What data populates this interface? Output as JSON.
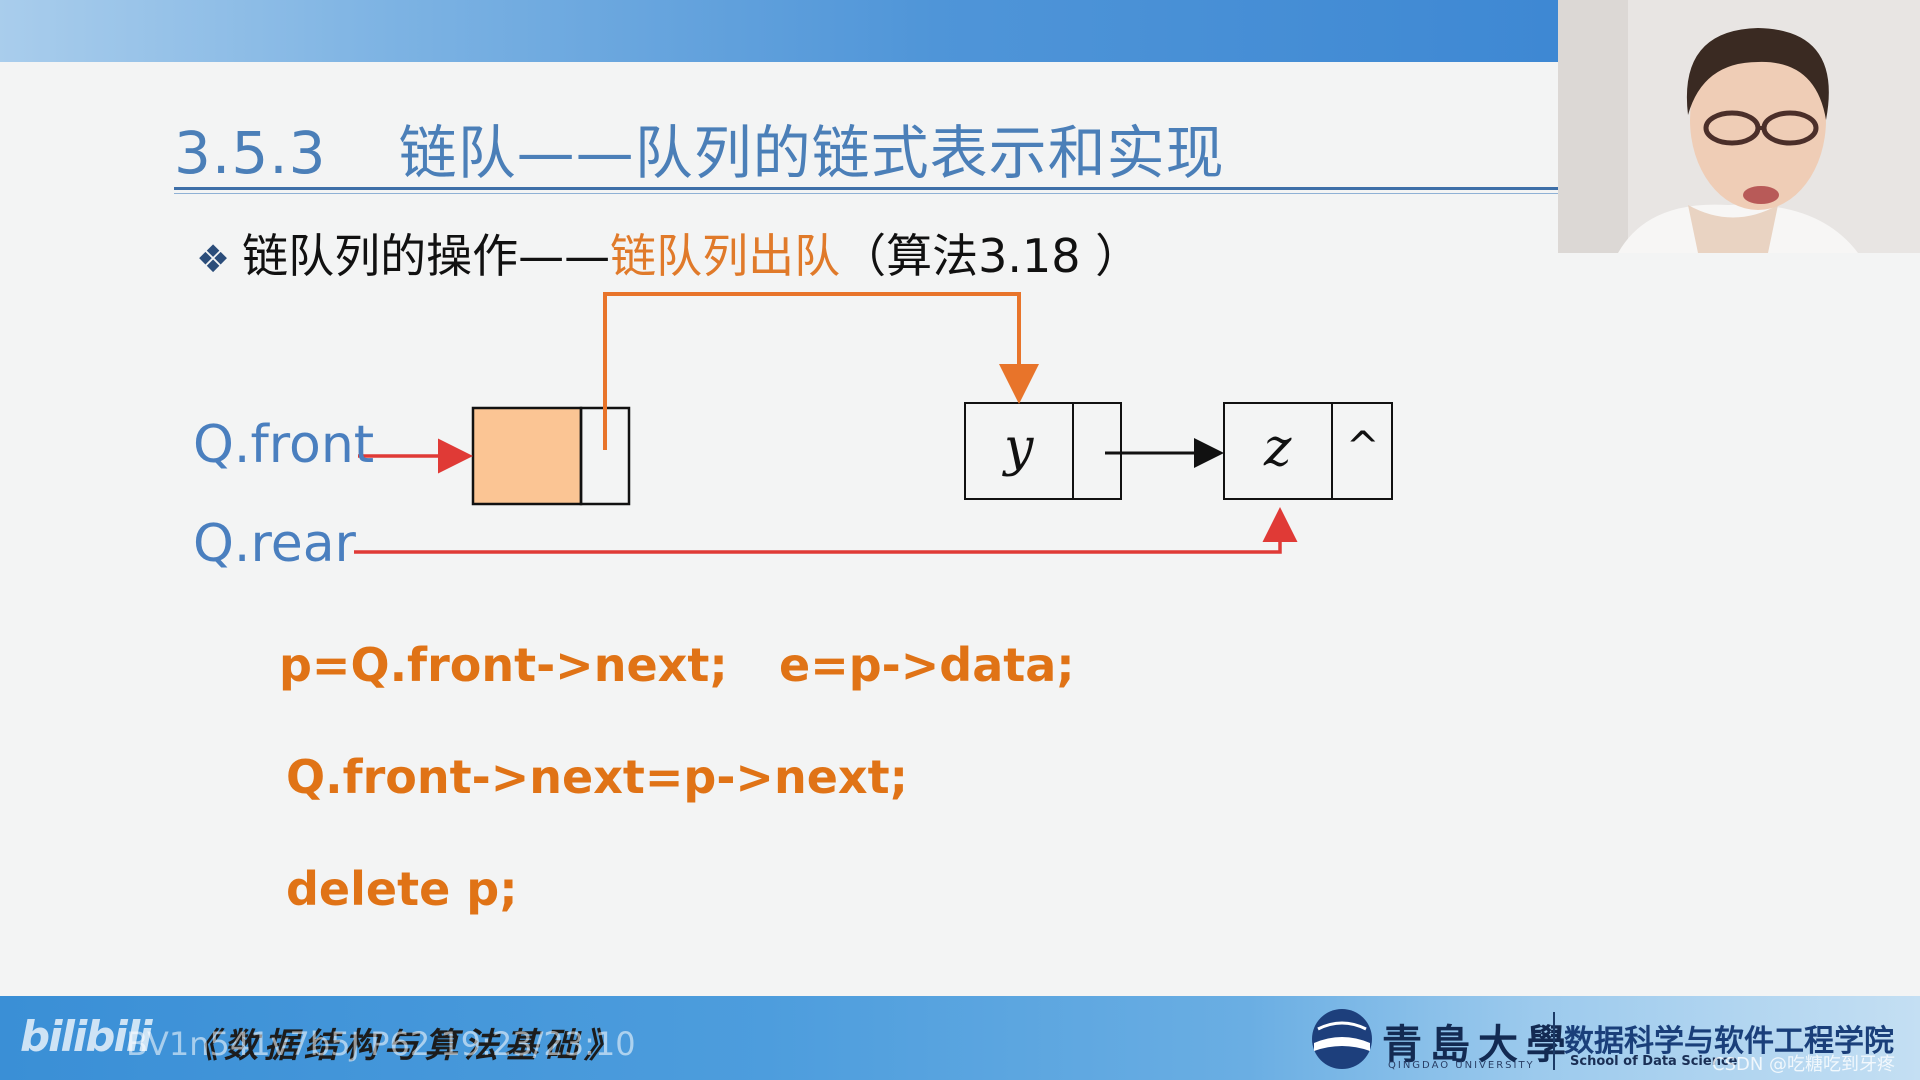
{
  "slide": {
    "section_number": "3.5.3",
    "title": "链队——队列的链式表示和实现",
    "bullet_prefix": "链队列的操作——",
    "bullet_highlight": "链队列出队",
    "bullet_suffix": "（算法3.18 ）"
  },
  "diagram": {
    "front_label": "Q.front",
    "rear_label": "Q.rear",
    "node1_value": "y",
    "node2_value": "z",
    "null_symbol": "^"
  },
  "code": {
    "line1_a": "p=Q.front->next;",
    "line1_b": "e=p->data;",
    "line2": "Q.front->next=p->next;",
    "line3": "delete p;"
  },
  "footer": {
    "platform_logo": "bilibili",
    "video_id": "BV1n541v7b5J P62 19:23/23:10",
    "course_title": "《数据结构与算法基础》",
    "university_name": "青島大學",
    "university_en": "QINGDAO UNIVERSITY",
    "school_cn": "数据科学与软件工程学院",
    "school_en": "School of Data Science",
    "watermark": "CSDN @吃糖吃到牙疼"
  },
  "colors": {
    "title_blue": "#4b7fb8",
    "code_orange": "#e07316",
    "node_fill": "#fbc594",
    "arrow_red": "#e03a36",
    "arrow_orange": "#e8742a"
  }
}
